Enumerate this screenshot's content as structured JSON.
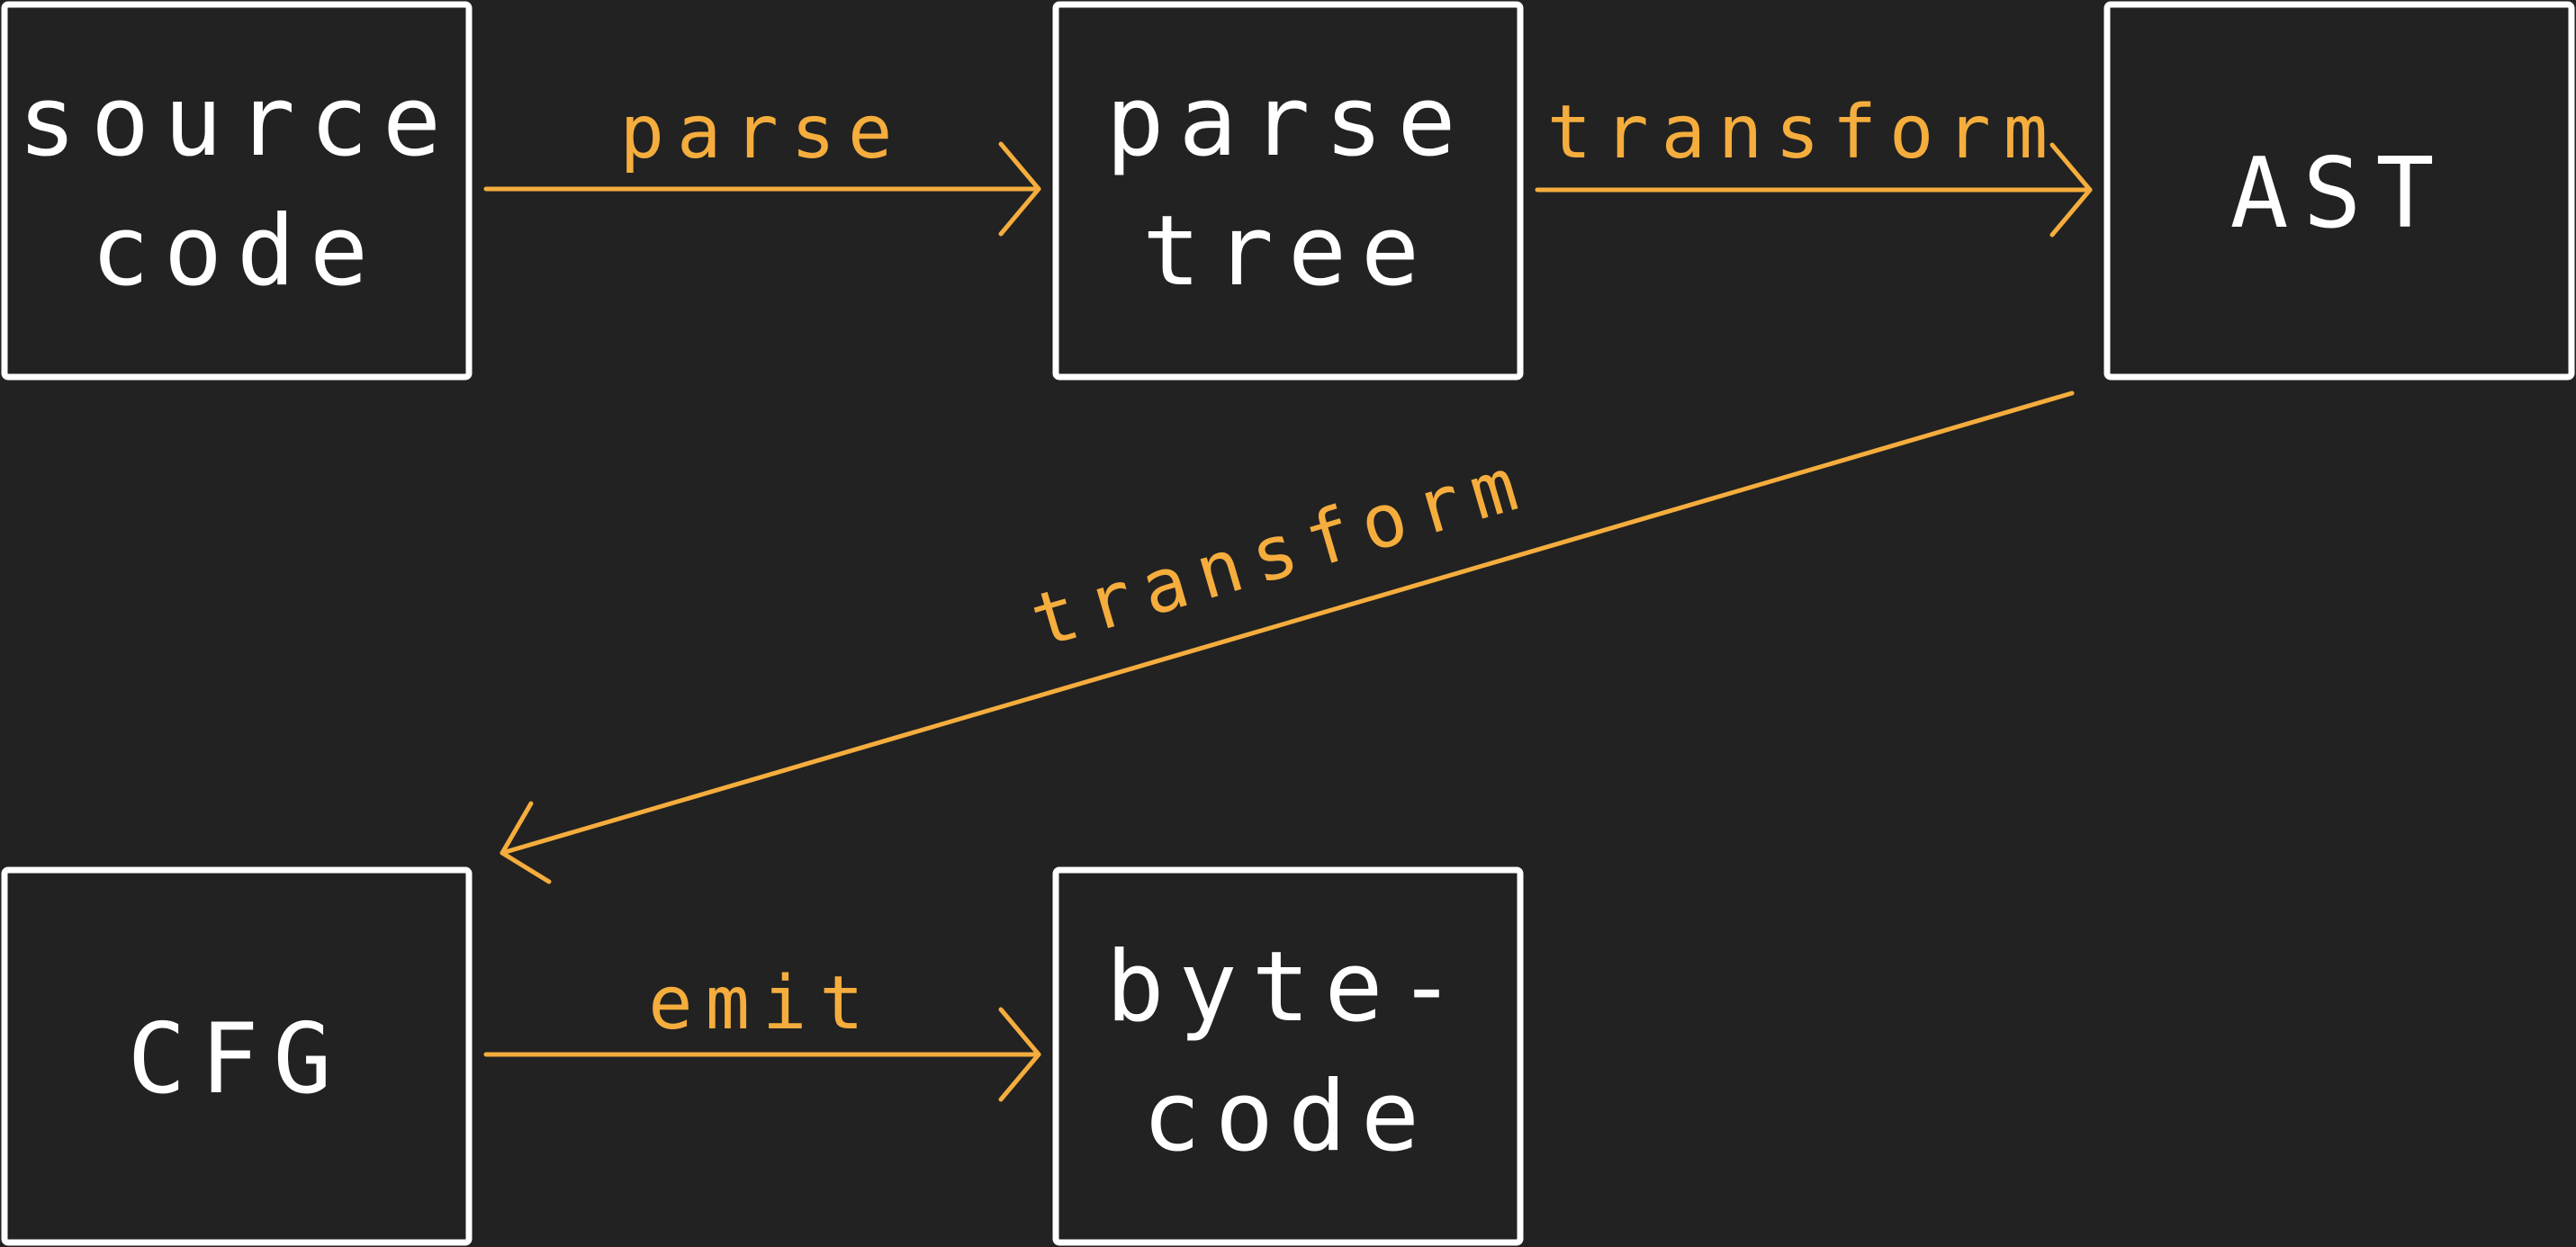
{
  "nodes": {
    "source_code": [
      "source",
      "code"
    ],
    "parse_tree": [
      "parse",
      "tree"
    ],
    "ast": [
      "AST"
    ],
    "cfg": [
      "CFG"
    ],
    "bytecode": [
      "byte-",
      "code"
    ]
  },
  "edges": {
    "source_to_parse": "parse",
    "parse_to_ast": "transform",
    "ast_to_cfg": "transform",
    "cfg_to_bytecode": "emit"
  },
  "colors": {
    "background": "#222222",
    "node_border": "#ffffff",
    "node_text": "#ffffff",
    "edge": "#f5ad3d"
  }
}
